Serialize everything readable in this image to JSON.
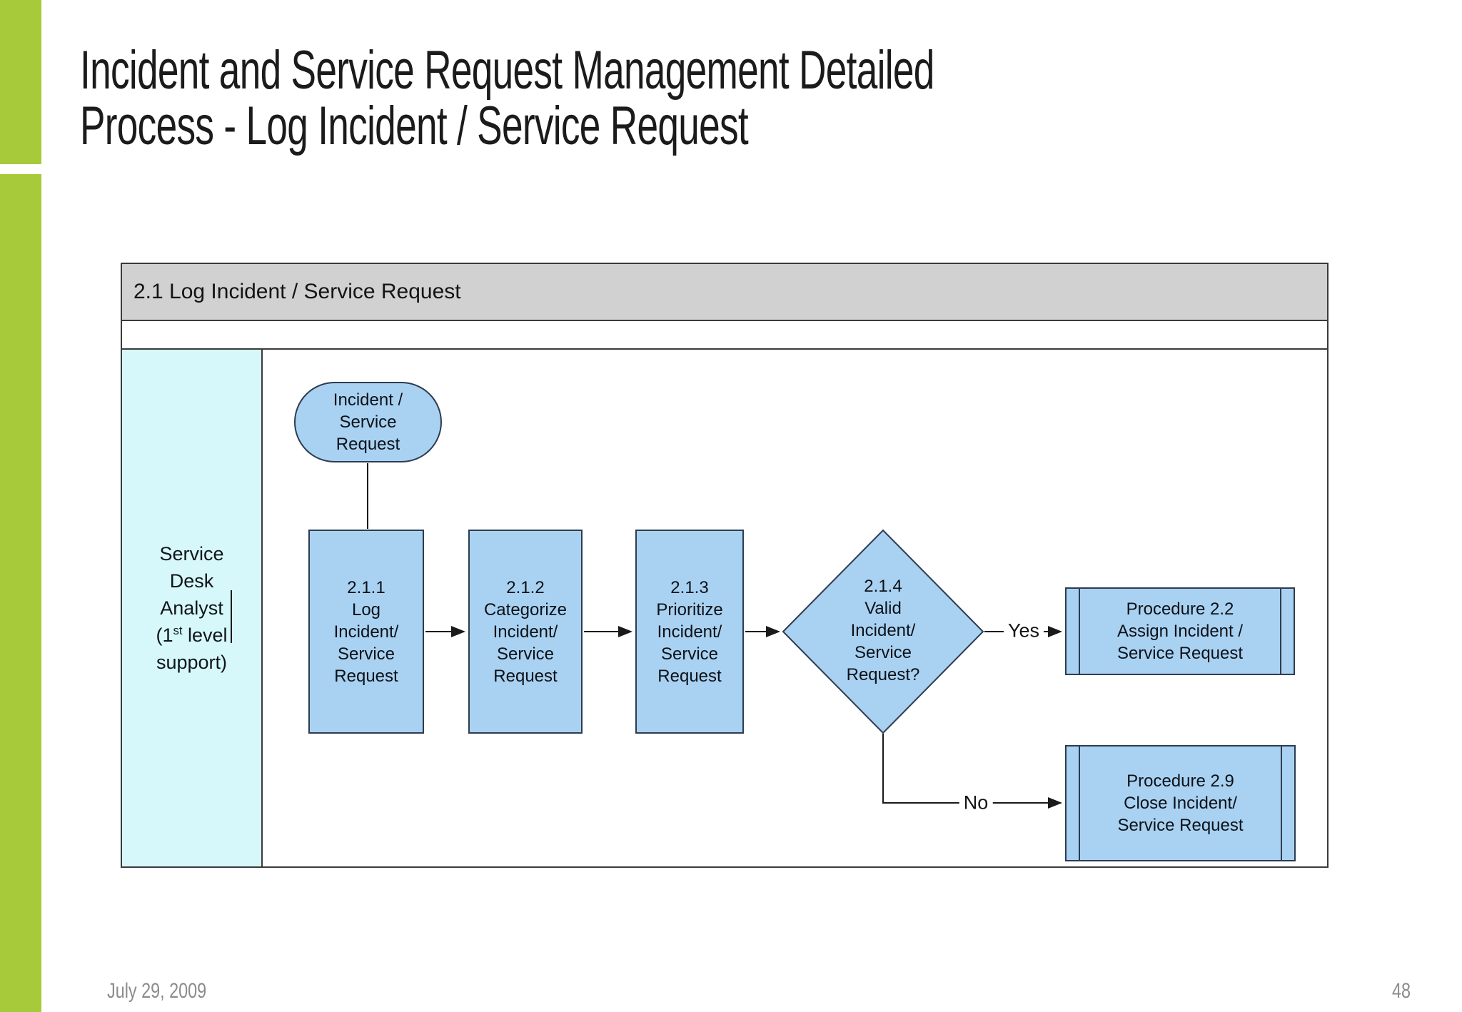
{
  "slide": {
    "title_line1": "Incident and Service Request Management Detailed",
    "title_line2": "Process - Log Incident / Service Request",
    "footer_date": "July 29, 2009",
    "page_number": "48"
  },
  "diagram": {
    "header": "2.1 Log Incident / Service Request",
    "lane": {
      "line1": "Service",
      "line2": "Desk",
      "line3": "Analyst",
      "line4_pre": "(1",
      "line4_sup": "st",
      "line4_post": " level",
      "line5": "support)"
    },
    "start_terminator": "Incident /\nService\nRequest",
    "step_211": "2.1.1\nLog\nIncident/\nService\nRequest",
    "step_212": "2.1.2\nCategorize\nIncident/\nService\nRequest",
    "step_213": "2.1.3\nPrioritize\nIncident/\nService\nRequest",
    "decision_214": "2.1.4\nValid\nIncident/\nService\nRequest?",
    "label_yes": "Yes",
    "label_no": "No",
    "procedure_22": "Procedure 2.2\nAssign Incident /\nService Request",
    "procedure_29": "Procedure 2.9\nClose Incident/\nService Request"
  },
  "colors": {
    "accent_green": "#a7ca3a",
    "shape_fill": "#a9d2f2",
    "shape_border": "#2e3b50",
    "lane_fill": "#d7f8fa",
    "header_fill": "#d1d1d1",
    "frame_border": "#3a3a3a",
    "connector": "#1a1a1a",
    "footer_text": "#8c8c8c",
    "title_text": "#1b1b1b"
  }
}
